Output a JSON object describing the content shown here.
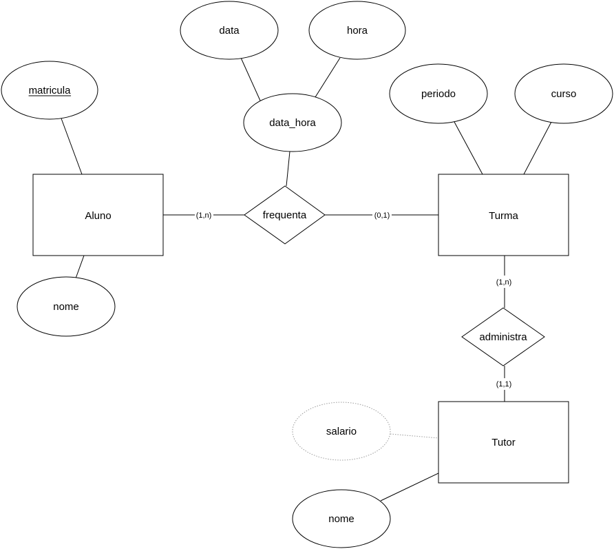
{
  "entities": {
    "aluno": "Aluno",
    "turma": "Turma",
    "tutor": "Tutor"
  },
  "relationships": {
    "frequenta": "frequenta",
    "administra": "administra"
  },
  "attributes": {
    "aluno_matricula": "matricula",
    "aluno_nome": "nome",
    "frequenta_data_hora": "data_hora",
    "data_hora_data": "data",
    "data_hora_hora": "hora",
    "turma_periodo": "periodo",
    "turma_curso": "curso",
    "tutor_salario": "salario",
    "tutor_nome": "nome"
  },
  "cardinalities": {
    "aluno_frequenta": "(1,n)",
    "frequenta_turma": "(0,1)",
    "turma_administra": "(1,n)",
    "administra_tutor": "(1,1)"
  },
  "colors": {
    "stroke": "#000000",
    "derived_stroke": "#9a9a9a",
    "fill": "#ffffff"
  }
}
